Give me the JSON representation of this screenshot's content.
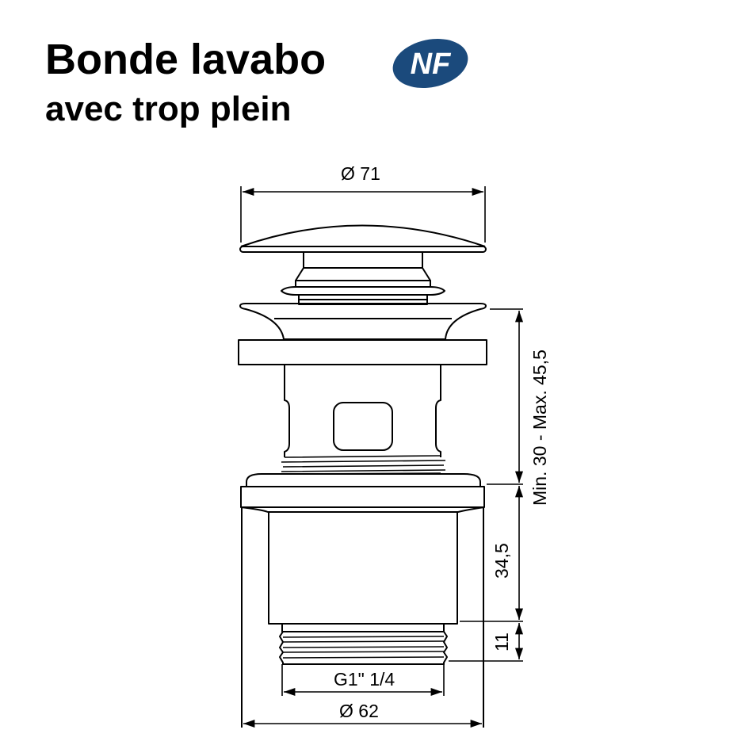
{
  "header": {
    "title": "Bonde lavabo",
    "subtitle": "avec trop plein",
    "certification_logo": {
      "text": "NF",
      "color": "#1b4a7c",
      "text_color": "#ffffff"
    }
  },
  "diagram": {
    "part": "bonde lavabo avec trop plein",
    "line_color": "#000000",
    "dimensions": {
      "cap_diameter": "Ø 71",
      "body_diameter": "Ø 62",
      "thread": "G1\" 1/4",
      "adjustable_height": "Min. 30 - Max. 45,5",
      "body_height": "34,5",
      "thread_height": "11"
    }
  }
}
